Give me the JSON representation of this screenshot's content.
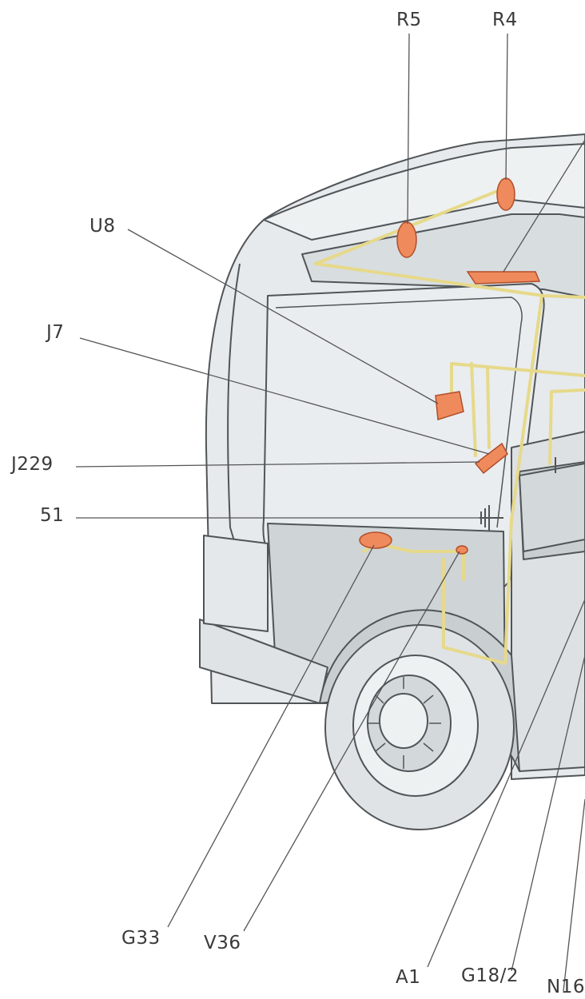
{
  "labels": {
    "r5": "R5",
    "r4": "R4",
    "u8": "U8",
    "j7": "J7",
    "j229": "J229",
    "n51": "51",
    "g33": "G33",
    "v36": "V36",
    "a1": "A1",
    "g18_2": "G18/2",
    "n16": "N16"
  },
  "colors": {
    "body_fill": "#e4e8ea",
    "body_shade": "#cdd2d5",
    "outline": "#505558",
    "wiring": "#e6d98a",
    "component": "#ee8a5c",
    "component_edge": "#b24e2a",
    "leader": "#555555"
  }
}
